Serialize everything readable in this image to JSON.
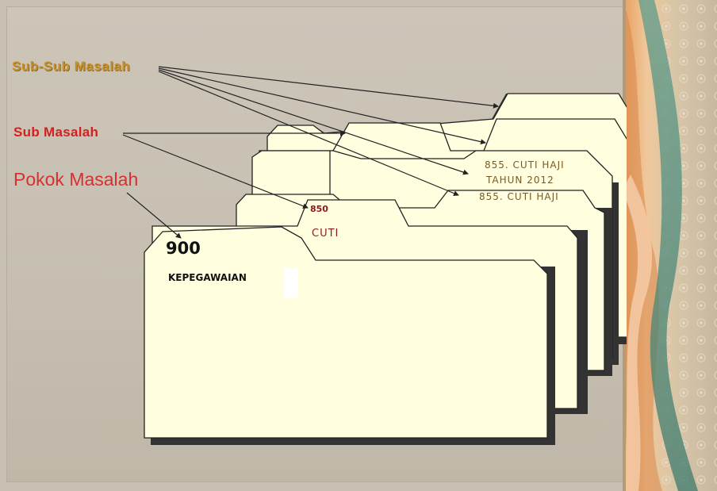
{
  "labels": {
    "sub_sub": "Sub-Sub Masalah",
    "sub": "Sub Masalah",
    "pokok": "Pokok Masalah"
  },
  "folders": {
    "pokok": {
      "code": "900",
      "name": "KEPEGAWAIAN"
    },
    "sub": {
      "code": "850",
      "name": "CUTI"
    },
    "sub_sub_a": {
      "line1": "855. CUTI HAJI",
      "line2": "TAHUN 2012"
    },
    "sub_sub_b": {
      "line1": "855. CUTI HAJI"
    }
  },
  "colors": {
    "folder_fill": "#ffffe0",
    "folder_stroke": "#222222",
    "label_sub_sub": "#c8902a",
    "label_sub": "#d42020",
    "label_pokok": "#d83030",
    "background": "#c8c0b2"
  }
}
